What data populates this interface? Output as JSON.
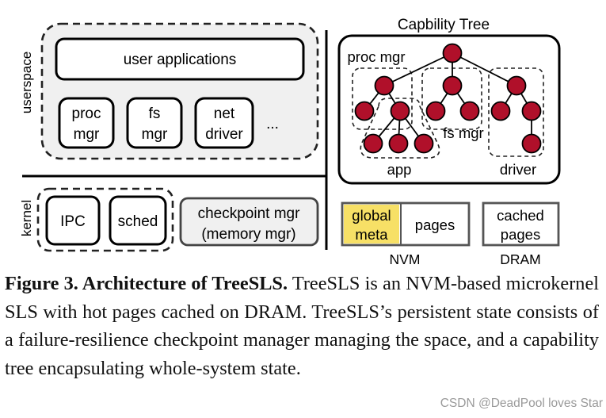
{
  "diagram": {
    "userspace_label": "userspace",
    "kernel_label": "kernel",
    "user_apps": "user applications",
    "services": [
      {
        "line1": "proc",
        "line2": "mgr"
      },
      {
        "line1": "fs",
        "line2": "mgr"
      },
      {
        "line1": "net",
        "line2": "driver"
      }
    ],
    "services_more": "...",
    "ipc": "IPC",
    "sched": "sched",
    "checkpoint_line1": "checkpoint mgr",
    "checkpoint_line2": "(memory mgr)",
    "cap_tree_title": "Capbility Tree",
    "group_proc_mgr": "proc mgr",
    "group_fs_mgr": "fs mgr",
    "group_app": "app",
    "group_driver": "driver",
    "nvm_global": "global",
    "nvm_meta": "meta",
    "nvm_pages": "pages",
    "nvm_label": "NVM",
    "dram_line1": "cached",
    "dram_line2": "pages",
    "dram_label": "DRAM",
    "colors": {
      "node_fill": "#b0102a",
      "highlight": "#f7e066",
      "box_fill": "#f0f0f0"
    }
  },
  "caption": {
    "label": "Figure 3. Architecture of TreeSLS.",
    "text": "TreeSLS is an NVM-based microkernel SLS with hot pages cached on DRAM. TreeSLS’s persistent state consists of a failure-resilience checkpoint manager managing the space, and a capability tree encapsulating whole-system state."
  },
  "watermark": "CSDN @DeadPool loves Star"
}
